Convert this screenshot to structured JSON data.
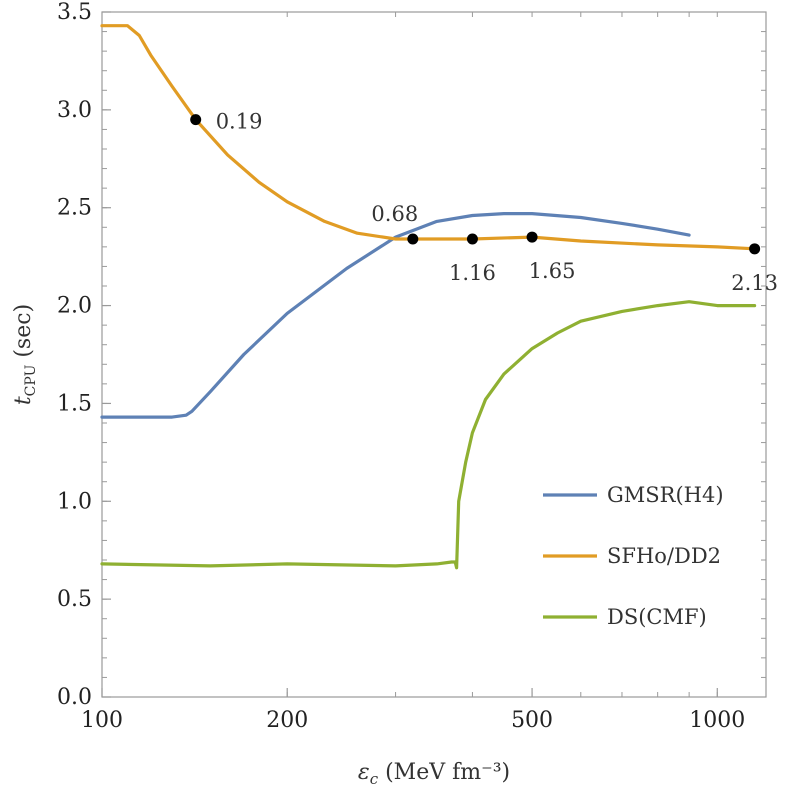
{
  "chart_data": {
    "type": "line",
    "xlabel": "ε_c (MeV fm⁻³)",
    "ylabel": "t_CPU (sec)",
    "xscale": "log",
    "xlim": [
      100,
      1200
    ],
    "ylim": [
      0.0,
      3.5
    ],
    "xticks": [
      {
        "value": 100,
        "label": "100"
      },
      {
        "value": 200,
        "label": "200"
      },
      {
        "value": 500,
        "label": "500"
      },
      {
        "value": 1000,
        "label": "1000"
      }
    ],
    "yticks": [
      {
        "value": 0.0,
        "label": "0.0"
      },
      {
        "value": 0.5,
        "label": "0.5"
      },
      {
        "value": 1.0,
        "label": "1.0"
      },
      {
        "value": 1.5,
        "label": "1.5"
      },
      {
        "value": 2.0,
        "label": "2.0"
      },
      {
        "value": 2.5,
        "label": "2.5"
      },
      {
        "value": 3.0,
        "label": "3.0"
      },
      {
        "value": 3.5,
        "label": "3.5"
      }
    ],
    "legend_position": "bottom-right",
    "series": [
      {
        "name": "GMSR(H4)",
        "color": "#5e81b5",
        "x": [
          100,
          110,
          120,
          130,
          137,
          140,
          150,
          170,
          200,
          250,
          300,
          350,
          400,
          450,
          500,
          600,
          700,
          800,
          900
        ],
        "y": [
          1.43,
          1.43,
          1.43,
          1.43,
          1.44,
          1.46,
          1.56,
          1.75,
          1.96,
          2.19,
          2.35,
          2.43,
          2.46,
          2.47,
          2.47,
          2.45,
          2.42,
          2.39,
          2.36
        ]
      },
      {
        "name": "SFHo/DD2",
        "color": "#e19c24",
        "x": [
          100,
          105,
          110,
          115,
          120,
          130,
          142,
          160,
          180,
          200,
          230,
          260,
          300,
          320,
          400,
          500,
          600,
          800,
          1000,
          1150
        ],
        "y": [
          3.43,
          3.43,
          3.43,
          3.38,
          3.28,
          3.12,
          2.95,
          2.77,
          2.63,
          2.53,
          2.43,
          2.37,
          2.34,
          2.34,
          2.34,
          2.35,
          2.33,
          2.31,
          2.3,
          2.29
        ]
      },
      {
        "name": "DS(CMF)",
        "color": "#8fb032",
        "x": [
          100,
          150,
          200,
          300,
          350,
          370,
          375,
          377,
          380,
          385,
          390,
          400,
          420,
          450,
          480,
          500,
          550,
          600,
          700,
          800,
          900,
          1000,
          1150
        ],
        "y": [
          0.68,
          0.67,
          0.68,
          0.67,
          0.68,
          0.69,
          0.69,
          0.66,
          1.0,
          1.1,
          1.2,
          1.35,
          1.52,
          1.65,
          1.73,
          1.78,
          1.86,
          1.92,
          1.97,
          2.0,
          2.02,
          2.0,
          2.0
        ]
      }
    ],
    "markers": [
      {
        "x": 142,
        "y": 2.95,
        "label": "0.19",
        "label_anchor": "right"
      },
      {
        "x": 320,
        "y": 2.34,
        "label": "0.68",
        "label_anchor": "above-left"
      },
      {
        "x": 400,
        "y": 2.34,
        "label": "1.16",
        "label_anchor": "below"
      },
      {
        "x": 500,
        "y": 2.35,
        "label": "1.65",
        "label_anchor": "below-right"
      },
      {
        "x": 1150,
        "y": 2.29,
        "label": "2.13",
        "label_anchor": "below"
      }
    ]
  }
}
